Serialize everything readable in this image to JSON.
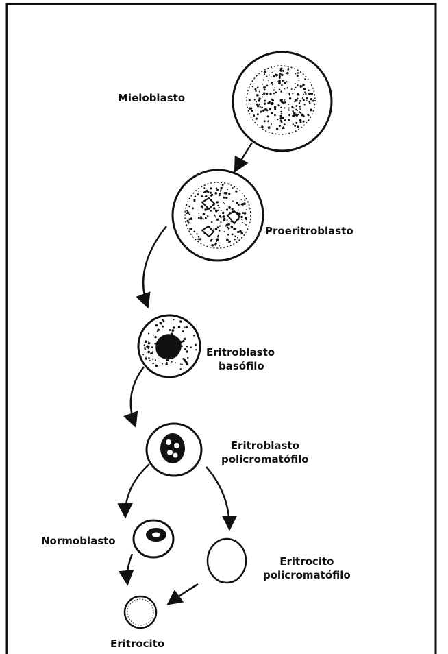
{
  "diagram": {
    "stages": {
      "mieloblasto": "Mieloblasto",
      "proeritroblasto": "Proeritroblasto",
      "eritroblasto_basofilo": [
        "Eritroblasto",
        "basófilo"
      ],
      "eritroblasto_policromatofilo": [
        "Eritroblasto",
        "policromatófilo"
      ],
      "normoblasto": "Normoblasto",
      "eritrocito_policromatofilo": [
        "Eritrocito",
        "policromatófilo"
      ],
      "eritrocito": "Eritrocito"
    }
  }
}
